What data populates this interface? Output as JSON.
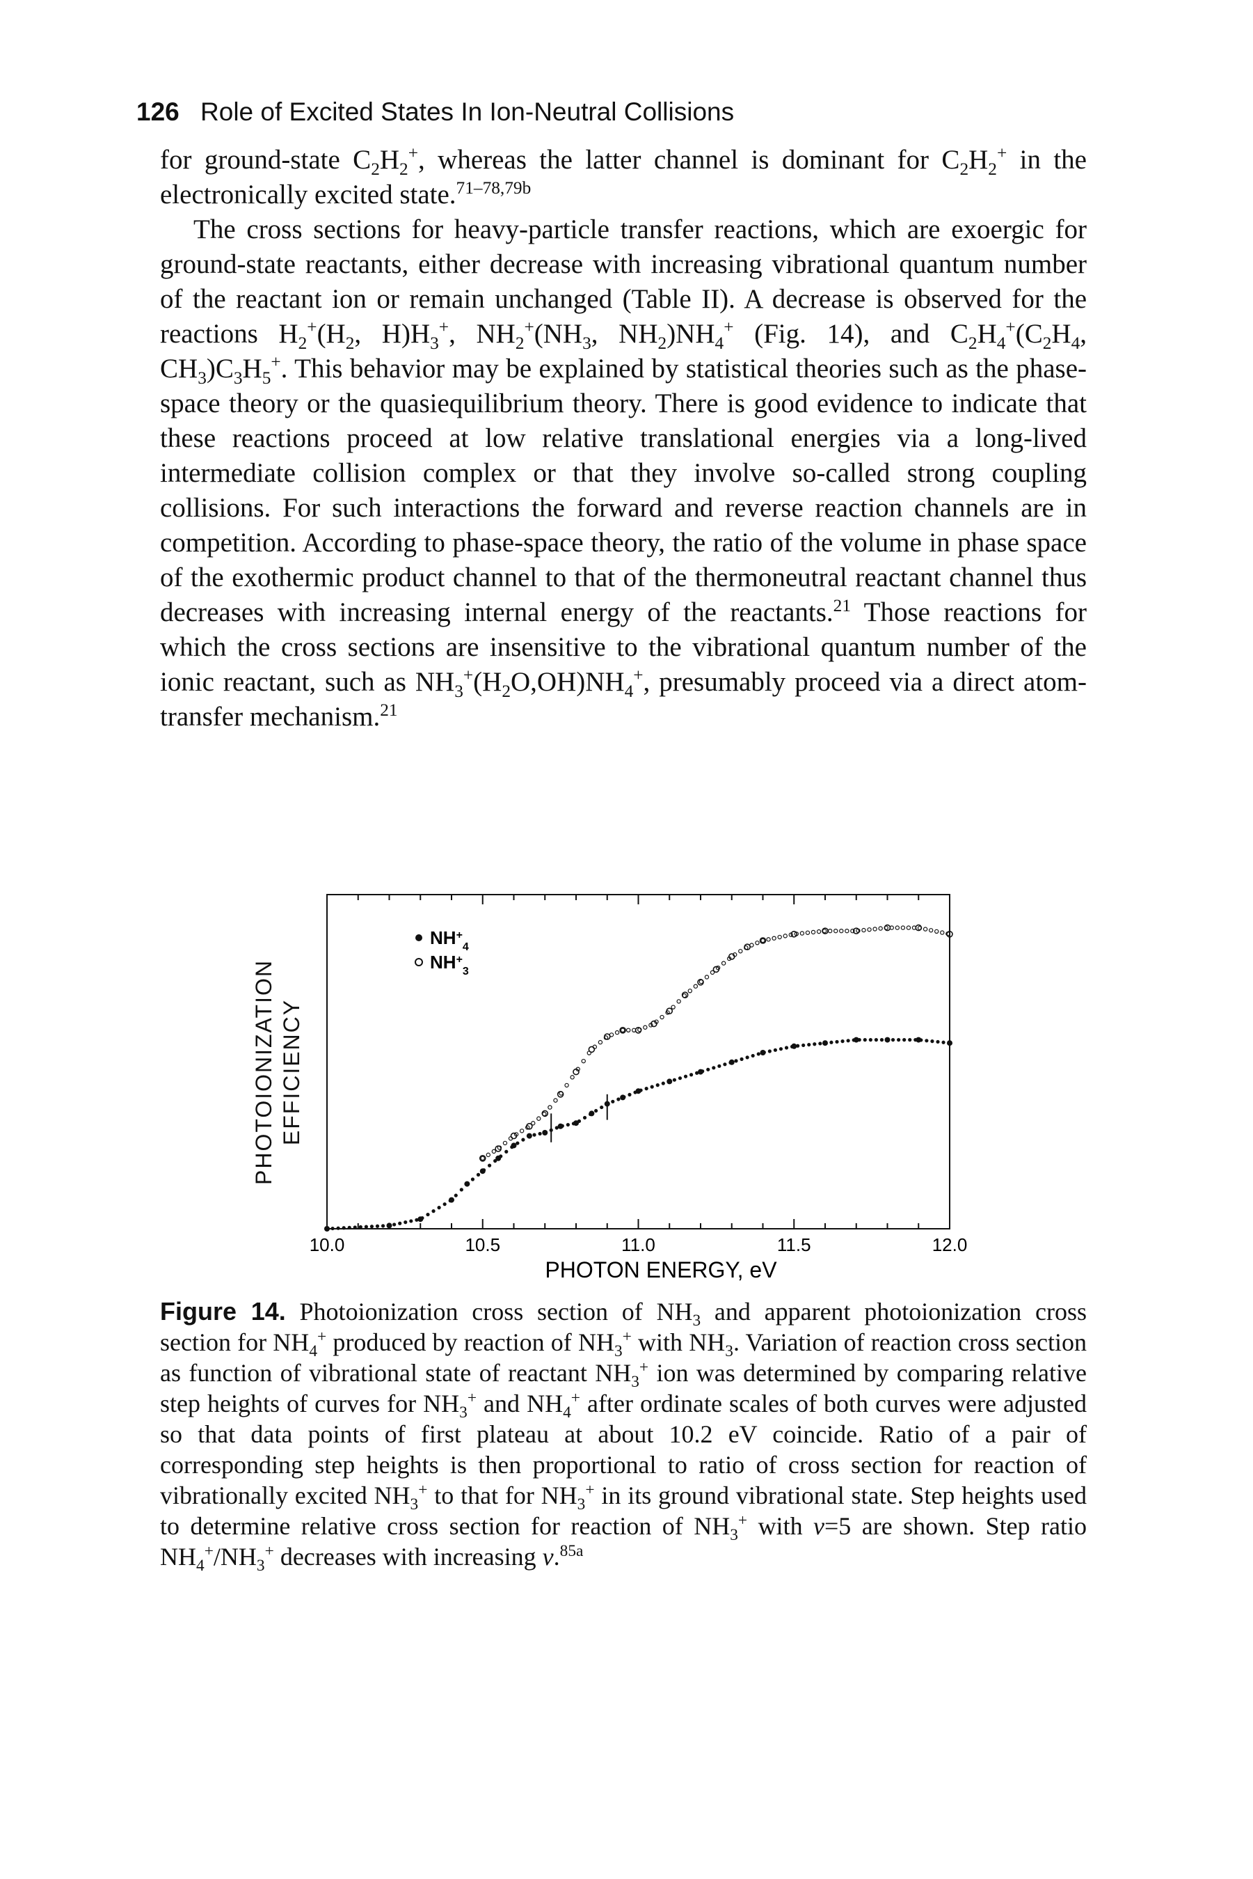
{
  "header": {
    "page_number": "126",
    "running_title": "Role of Excited States In Ion-Neutral Collisions"
  },
  "body": {
    "p1": {
      "t1": "for ground-state C",
      "t2": "H",
      "t3": ", whereas the latter channel is dominant for C",
      "t4": "H",
      "t5": " in the electronically excited state.",
      "ref": "71–78,79b"
    },
    "p2": {
      "t1": "The cross sections for heavy-particle transfer reactions, which are exoergic for ground-state reactants, either decrease with increasing vibrational quantum number of the reactant ion or remain unchanged (Table II). A decrease is observed for the reactions H",
      "t2": "(H",
      "t3": ", H)H",
      "t4": ", NH",
      "t5": "(NH",
      "t6": ", NH",
      "t7": ")NH",
      "t8": " (Fig. 14), and C",
      "t9": "H",
      "t10": "(C",
      "t11": "H",
      "t12": ", CH",
      "t13": ")C",
      "t14": "H",
      "t15": ". This behavior may be explained by statistical theories such as the phase-space theory or the quasiequilibrium theory. There is good evidence to indicate that these reactions proceed at low relative translational energies via a long-lived intermediate collision complex or that they involve so-called strong coupling collisions. For such interactions the forward and reverse reaction channels are in competition. According to phase-space theory, the ratio of the volume in phase space of the exothermic product channel to that of the thermoneutral reactant channel thus decreases with increasing internal energy of the reactants.",
      "ref1": "21",
      "t16": " Those reactions for which the cross sections are insensitive to the vibrational quantum number of the ionic reactant, such as NH",
      "t17": "(H",
      "t18": "O,OH)NH",
      "t19": ", presumably proceed via a direct atom-transfer mechanism.",
      "ref2": "21"
    }
  },
  "chart_data": {
    "type": "scatter",
    "title": "",
    "xlabel": "PHOTON ENERGY, eV",
    "ylabel": "PHOTOIONIZATION EFFICIENCY",
    "xlim": [
      10.0,
      12.0
    ],
    "ylim": [
      0,
      1
    ],
    "x_ticks": [
      "10.0",
      "10.5",
      "11.0",
      "11.5",
      "12.0"
    ],
    "legend_placement": "upper-left",
    "series": [
      {
        "name": "NH4+",
        "marker": "filled",
        "points": [
          [
            10.0,
            0.0
          ],
          [
            10.2,
            0.01
          ],
          [
            10.3,
            0.03
          ],
          [
            10.4,
            0.09
          ],
          [
            10.45,
            0.14
          ],
          [
            10.5,
            0.18
          ],
          [
            10.55,
            0.22
          ],
          [
            10.6,
            0.26
          ],
          [
            10.65,
            0.29
          ],
          [
            10.7,
            0.3
          ],
          [
            10.75,
            0.32
          ],
          [
            10.8,
            0.33
          ],
          [
            10.85,
            0.36
          ],
          [
            10.9,
            0.39
          ],
          [
            10.95,
            0.41
          ],
          [
            11.0,
            0.43
          ],
          [
            11.1,
            0.46
          ],
          [
            11.2,
            0.49
          ],
          [
            11.3,
            0.52
          ],
          [
            11.4,
            0.55
          ],
          [
            11.5,
            0.57
          ],
          [
            11.6,
            0.58
          ],
          [
            11.7,
            0.59
          ],
          [
            11.8,
            0.59
          ],
          [
            11.9,
            0.59
          ],
          [
            12.0,
            0.58
          ]
        ]
      },
      {
        "name": "NH3+",
        "marker": "open",
        "points": [
          [
            10.5,
            0.22
          ],
          [
            10.55,
            0.25
          ],
          [
            10.6,
            0.29
          ],
          [
            10.65,
            0.32
          ],
          [
            10.7,
            0.36
          ],
          [
            10.75,
            0.42
          ],
          [
            10.8,
            0.49
          ],
          [
            10.85,
            0.56
          ],
          [
            10.9,
            0.6
          ],
          [
            10.95,
            0.62
          ],
          [
            11.0,
            0.62
          ],
          [
            11.05,
            0.64
          ],
          [
            11.1,
            0.68
          ],
          [
            11.15,
            0.73
          ],
          [
            11.2,
            0.77
          ],
          [
            11.25,
            0.81
          ],
          [
            11.3,
            0.85
          ],
          [
            11.35,
            0.88
          ],
          [
            11.4,
            0.9
          ],
          [
            11.5,
            0.92
          ],
          [
            11.6,
            0.93
          ],
          [
            11.7,
            0.93
          ],
          [
            11.8,
            0.94
          ],
          [
            11.9,
            0.94
          ],
          [
            12.0,
            0.92
          ]
        ]
      }
    ],
    "legend": [
      "NH4+",
      "NH3+"
    ]
  },
  "figure": {
    "ylabel_line1": "PHOTOIONIZATION",
    "ylabel_line2": "EFFICIENCY",
    "xlabel": "PHOTON ENERGY, eV",
    "legend_nh4": "NH",
    "legend_nh3": "NH",
    "ticks": [
      "10.0",
      "10.5",
      "11.0",
      "11.5",
      "12.0"
    ]
  },
  "caption": {
    "label": "Figure 14.",
    "t1": " Photoionization cross section of NH",
    "t2": " and apparent photoionization cross section for NH",
    "t3": " produced by reaction of NH",
    "t4": " with NH",
    "t5": ". Variation of reaction cross section as function of vibrational state of reactant NH",
    "t6": " ion was determined by comparing relative step heights of curves for NH",
    "t7": " and NH",
    "t8": " after ordinate scales of both curves were adjusted so that data points of first plateau at about 10.2 eV coincide. Ratio of a pair of corresponding step heights is then proportional to ratio of cross section for reaction of vibrationally excited NH",
    "t9": " to that for NH",
    "t10": " in its ground vibrational state. Step heights used to determine relative cross section for reaction of NH",
    "t11": " with ",
    "t12": "v",
    "t13": "=5 are shown. Step ratio NH",
    "t14": "/NH",
    "t15": " decreases with increasing ",
    "t16": "v",
    "t17": ".",
    "ref": "85a"
  }
}
